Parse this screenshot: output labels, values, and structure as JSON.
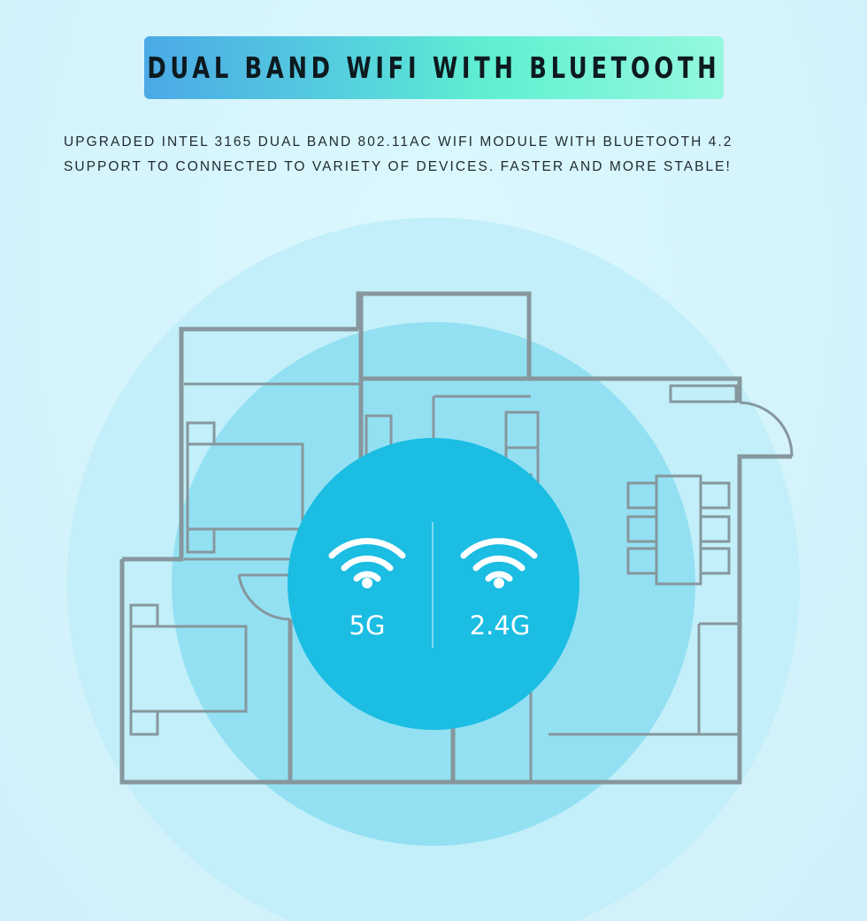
{
  "header": {
    "title": "DUAL BAND WIFI WITH BLUETOOTH"
  },
  "description": {
    "line1": "UPGRADED INTEL 3165 DUAL BAND 802.11AC WIFI MODULE WITH BLUETOOTH 4.2",
    "line2": "SUPPORT TO CONNECTED TO VARIETY OF DEVICES. FASTER AND MORE STABLE!"
  },
  "bands": {
    "left_label": "5G",
    "right_label": "2.4G",
    "icon": "wifi-icon"
  },
  "colors": {
    "background": "#d4f3fb",
    "outer_ring": "#bfeef9",
    "middle_ring": "#8fdff3",
    "inner_circle": "#1bbde3",
    "floorplan_lines": "#8a9aa0",
    "title_gradient_start": "#4aa9e6",
    "title_gradient_end": "#96f8e0",
    "title_text": "#0d1a1f"
  }
}
